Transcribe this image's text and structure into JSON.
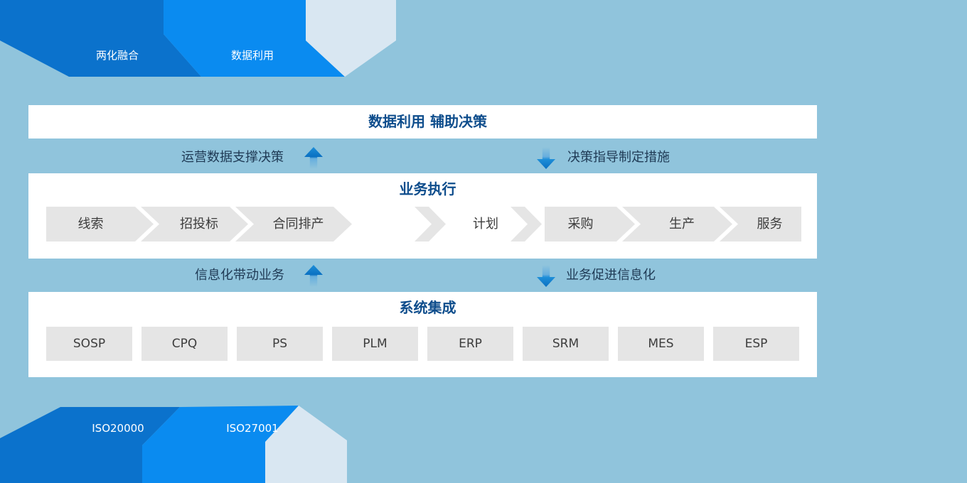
{
  "top_nav": {
    "tabs": [
      {
        "label": "两化融合"
      },
      {
        "label": "数据利用"
      }
    ]
  },
  "bottom_nav": {
    "tabs": [
      {
        "label": "ISO20000"
      },
      {
        "label": "ISO27001"
      }
    ]
  },
  "decision_band": {
    "title": "数据利用 辅助决策"
  },
  "link_row_top": {
    "up_label": "运营数据支撑决策",
    "down_label": "决策指导制定措施"
  },
  "execution_band": {
    "title": "业务执行",
    "pre_chain": [
      "线索",
      "招投标",
      "合同排产"
    ],
    "pivot": "计划",
    "post_chain": [
      "采购",
      "生产",
      "服务"
    ]
  },
  "link_row_bottom": {
    "up_label": "信息化带动业务",
    "down_label": "业务促进信息化"
  },
  "integration_band": {
    "title": "系统集成",
    "systems": [
      "SOSP",
      "CPQ",
      "PS",
      "PLM",
      "ERP",
      "SRM",
      "MES",
      "ESP"
    ]
  },
  "colors": {
    "background": "#90c4dc",
    "tab_dark_blue": "#0b72cc",
    "tab_bright_blue": "#0a8bf0",
    "tab_pale_blue": "#d9e7f2",
    "band_title_blue": "#0e4d8c",
    "link_text": "#1f3a55",
    "shape_gray": "#e5e5e5",
    "shape_text": "#3d3d3d",
    "arrow_blue": "#0a70c2"
  }
}
